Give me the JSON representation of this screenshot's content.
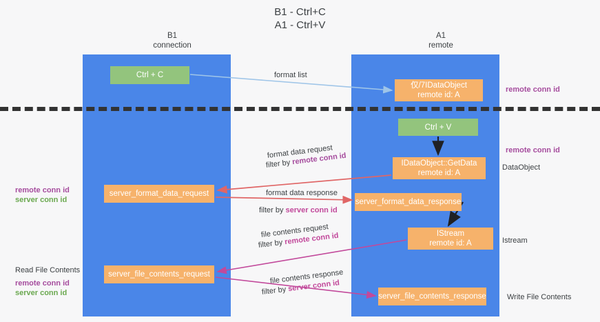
{
  "title": "B1 - Ctrl+C\nA1 - Ctrl+V",
  "lanes": [
    {
      "name": "b1",
      "label": "B1\nconnection",
      "color": "#4a86e8"
    },
    {
      "name": "a1",
      "label": "A1\nremote",
      "color": "#4a86e8"
    }
  ],
  "colors": {
    "lane": "#4a86e8",
    "green_node": "#93c47d",
    "orange_node": "#f6b26b",
    "divider": "#333333",
    "purple_text": "#a64d9e",
    "green_text": "#6aa84f",
    "magenta_text": "#c2499b",
    "arrow_blue": "#9fc5e8",
    "arrow_red": "#e06666",
    "arrow_magenta": "#c2499b",
    "arrow_black": "#202124",
    "background": "#f7f7f8"
  },
  "nodes": {
    "ctrl_c": "Ctrl + C",
    "dataobject": "仅/7IDataObject\nremote id: A",
    "ctrl_v": "Ctrl + V",
    "getdata": "IDataObject::GetData\nremote id: A",
    "server_format_data_request": "server_format_data_request",
    "server_format_data_response": "server_format_data_response",
    "istream": "IStream\nremote id: A",
    "server_file_contents_request": "server_file_contents_request",
    "server_file_contents_response": "server_file_contents_response"
  },
  "edge_labels": {
    "format_list": "format list",
    "format_data_request": "format data request",
    "format_data_request_filter_prefix": "filter by ",
    "format_data_request_filter_key": "remote conn id",
    "format_data_response": "format data response",
    "format_data_response_filter_prefix": "filter by ",
    "format_data_response_filter_key": "server conn id",
    "file_contents_request": "file contents request",
    "file_contents_request_filter_prefix": "filter by ",
    "file_contents_request_filter_key": "remote conn id",
    "file_contents_response": "file contents response",
    "file_contents_response_filter_prefix": "filter by ",
    "file_contents_response_filter_key": "server conn id"
  },
  "left_annotations": {
    "format_remote": "remote conn id",
    "format_server": "server conn id",
    "read_file_contents": "Read File Contents",
    "file_remote": "remote conn id",
    "file_server": "server conn id"
  },
  "right_annotations": {
    "top_remote_conn_id": "remote conn id",
    "mid_remote_conn_id": "remote conn id",
    "dataobject": "DataObject",
    "istream": "Istream",
    "write_file_contents": "Write File Contents"
  }
}
